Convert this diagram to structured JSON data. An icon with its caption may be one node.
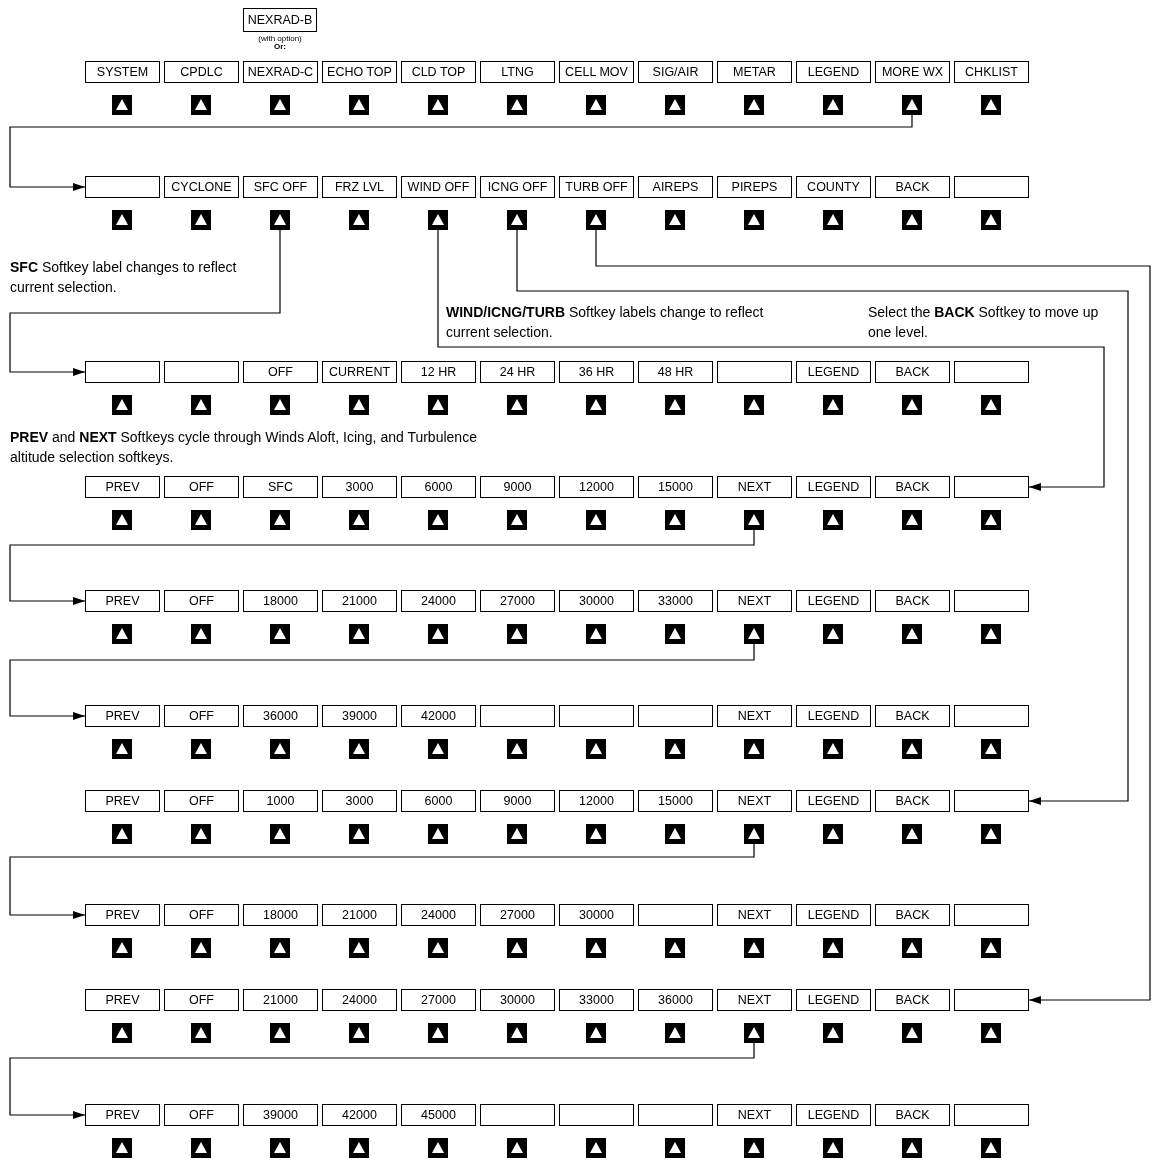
{
  "diagram": {
    "nodes": [
      {
        "text": [
          "NEXRAD-B"
        ],
        "beside": [
          "(with option)",
          "Or:"
        ]
      },
      {
        "text": [
          "SYSTEM"
        ]
      },
      {
        "text": [
          "CPDLC"
        ]
      },
      {
        "text": [
          "NEXRAD-C"
        ]
      },
      {
        "text": [
          "ECHO TOP"
        ]
      },
      {
        "text": [
          "CLD TOP"
        ]
      },
      {
        "text": [
          "LTNG"
        ]
      },
      {
        "text": [
          "CELL MOV"
        ]
      },
      {
        "text": [
          "SIG/AIR"
        ]
      },
      {
        "text": [
          "METAR"
        ]
      },
      {
        "text": [
          "LEGEND"
        ]
      },
      {
        "text": [
          "MORE WX"
        ]
      },
      {
        "text": [
          "CHKLIST"
        ]
      },
      {
        "text": [],
        "shape": "button"
      },
      {
        "text": [],
        "shape": "button"
      },
      {
        "text": [],
        "shape": "button"
      },
      {
        "text": [],
        "shape": "button"
      },
      {
        "text": [],
        "shape": "button"
      },
      {
        "text": [],
        "shape": "button"
      },
      {
        "text": [],
        "shape": "button"
      },
      {
        "text": [],
        "shape": "button"
      },
      {
        "text": [],
        "shape": "button"
      },
      {
        "text": [],
        "shape": "button"
      },
      {
        "text": [],
        "shape": "button"
      },
      {
        "text": [],
        "shape": "button"
      },
      {
        "text": [],
        "shape": "box"
      },
      {
        "text": [
          "CYCLONE"
        ]
      },
      {
        "text": [
          "SFC OFF"
        ]
      },
      {
        "text": [
          "FRZ LVL"
        ]
      },
      {
        "text": [
          "WIND OFF"
        ]
      },
      {
        "text": [
          "ICNG OFF"
        ]
      },
      {
        "text": [
          "TURB OFF"
        ]
      },
      {
        "text": [
          "AIREPS"
        ]
      },
      {
        "text": [
          "PIREPS"
        ]
      },
      {
        "text": [
          "COUNTY"
        ]
      },
      {
        "text": [
          "BACK"
        ]
      },
      {
        "text": [],
        "shape": "box"
      },
      {
        "text": [],
        "shape": "button"
      },
      {
        "text": [],
        "shape": "button"
      },
      {
        "text": [],
        "shape": "button"
      },
      {
        "text": [],
        "shape": "button"
      },
      {
        "text": [],
        "shape": "button"
      },
      {
        "text": [],
        "shape": "button"
      },
      {
        "text": [],
        "shape": "button"
      },
      {
        "text": [],
        "shape": "button"
      },
      {
        "text": [],
        "shape": "button"
      },
      {
        "text": [],
        "shape": "button"
      },
      {
        "text": [],
        "shape": "button"
      },
      {
        "text": [],
        "shape": "button"
      },
      {
        "text": [],
        "shape": "box"
      },
      {
        "text": [],
        "shape": "box"
      },
      {
        "text": [
          "OFF"
        ]
      },
      {
        "text": [
          "CURRENT"
        ]
      },
      {
        "text": [
          "12 HR"
        ]
      },
      {
        "text": [
          "24 HR"
        ]
      },
      {
        "text": [
          "36 HR"
        ]
      },
      {
        "text": [
          "48 HR"
        ]
      },
      {
        "text": [],
        "shape": "box"
      },
      {
        "text": [
          "LEGEND"
        ]
      },
      {
        "text": [
          "BACK"
        ]
      },
      {
        "text": [],
        "shape": "box"
      },
      {
        "text": [],
        "shape": "button"
      },
      {
        "text": [],
        "shape": "button"
      },
      {
        "text": [],
        "shape": "button"
      },
      {
        "text": [],
        "shape": "button"
      },
      {
        "text": [],
        "shape": "button"
      },
      {
        "text": [],
        "shape": "button"
      },
      {
        "text": [],
        "shape": "button"
      },
      {
        "text": [],
        "shape": "button"
      },
      {
        "text": [],
        "shape": "button"
      },
      {
        "text": [],
        "shape": "button"
      },
      {
        "text": [],
        "shape": "button"
      },
      {
        "text": [],
        "shape": "button"
      },
      {
        "text": [
          "PREV"
        ]
      },
      {
        "text": [
          "OFF"
        ]
      },
      {
        "text": [
          "SFC"
        ]
      },
      {
        "text": [
          "3000"
        ]
      },
      {
        "text": [
          "6000"
        ]
      },
      {
        "text": [
          "9000"
        ]
      },
      {
        "text": [
          "12000"
        ]
      },
      {
        "text": [
          "15000"
        ]
      },
      {
        "text": [
          "NEXT"
        ]
      },
      {
        "text": [
          "LEGEND"
        ]
      },
      {
        "text": [
          "BACK"
        ]
      },
      {
        "text": [],
        "shape": "box"
      },
      {
        "text": [],
        "shape": "button"
      },
      {
        "text": [],
        "shape": "button"
      },
      {
        "text": [],
        "shape": "button"
      },
      {
        "text": [],
        "shape": "button"
      },
      {
        "text": [],
        "shape": "button"
      },
      {
        "text": [],
        "shape": "button"
      },
      {
        "text": [],
        "shape": "button"
      },
      {
        "text": [],
        "shape": "button"
      },
      {
        "text": [],
        "shape": "button"
      },
      {
        "text": [],
        "shape": "button"
      },
      {
        "text": [],
        "shape": "button"
      },
      {
        "text": [],
        "shape": "button"
      },
      {
        "text": [
          "PREV"
        ]
      },
      {
        "text": [
          "OFF"
        ]
      },
      {
        "text": [
          "18000"
        ]
      },
      {
        "text": [
          "21000"
        ]
      },
      {
        "text": [
          "24000"
        ]
      },
      {
        "text": [
          "27000"
        ]
      },
      {
        "text": [
          "30000"
        ]
      },
      {
        "text": [
          "33000"
        ]
      },
      {
        "text": [
          "NEXT"
        ]
      },
      {
        "text": [
          "LEGEND"
        ]
      },
      {
        "text": [
          "BACK"
        ]
      },
      {
        "text": [],
        "shape": "box"
      },
      {
        "text": [],
        "shape": "button"
      },
      {
        "text": [],
        "shape": "button"
      },
      {
        "text": [],
        "shape": "button"
      },
      {
        "text": [],
        "shape": "button"
      },
      {
        "text": [],
        "shape": "button"
      },
      {
        "text": [],
        "shape": "button"
      },
      {
        "text": [],
        "shape": "button"
      },
      {
        "text": [],
        "shape": "button"
      },
      {
        "text": [],
        "shape": "button"
      },
      {
        "text": [],
        "shape": "button"
      },
      {
        "text": [],
        "shape": "button"
      },
      {
        "text": [],
        "shape": "button"
      },
      {
        "text": [
          "PREV"
        ]
      },
      {
        "text": [
          "OFF"
        ]
      },
      {
        "text": [
          "36000"
        ]
      },
      {
        "text": [
          "39000"
        ]
      },
      {
        "text": [
          "42000"
        ]
      },
      {
        "text": [],
        "shape": "box"
      },
      {
        "text": [],
        "shape": "box"
      },
      {
        "text": [],
        "shape": "box"
      },
      {
        "text": [
          "NEXT"
        ]
      },
      {
        "text": [
          "LEGEND"
        ]
      },
      {
        "text": [
          "BACK"
        ]
      },
      {
        "text": [],
        "shape": "box"
      },
      {
        "text": [],
        "shape": "button"
      },
      {
        "text": [],
        "shape": "button"
      },
      {
        "text": [],
        "shape": "button"
      },
      {
        "text": [],
        "shape": "button"
      },
      {
        "text": [],
        "shape": "button"
      },
      {
        "text": [],
        "shape": "button"
      },
      {
        "text": [],
        "shape": "button"
      },
      {
        "text": [],
        "shape": "button"
      },
      {
        "text": [],
        "shape": "button"
      },
      {
        "text": [],
        "shape": "button"
      },
      {
        "text": [],
        "shape": "button"
      },
      {
        "text": [],
        "shape": "button"
      },
      {
        "text": [
          "PREV"
        ]
      },
      {
        "text": [
          "OFF"
        ]
      },
      {
        "text": [
          "1000"
        ]
      },
      {
        "text": [
          "3000"
        ]
      },
      {
        "text": [
          "6000"
        ]
      },
      {
        "text": [
          "9000"
        ]
      },
      {
        "text": [
          "12000"
        ]
      },
      {
        "text": [
          "15000"
        ]
      },
      {
        "text": [
          "NEXT"
        ]
      },
      {
        "text": [
          "LEGEND"
        ]
      },
      {
        "text": [
          "BACK"
        ]
      },
      {
        "text": [],
        "shape": "box"
      },
      {
        "text": [],
        "shape": "button"
      },
      {
        "text": [],
        "shape": "button"
      },
      {
        "text": [],
        "shape": "button"
      },
      {
        "text": [],
        "shape": "button"
      },
      {
        "text": [],
        "shape": "button"
      },
      {
        "text": [],
        "shape": "button"
      },
      {
        "text": [],
        "shape": "button"
      },
      {
        "text": [],
        "shape": "button"
      },
      {
        "text": [],
        "shape": "button"
      },
      {
        "text": [],
        "shape": "button"
      },
      {
        "text": [],
        "shape": "button"
      },
      {
        "text": [],
        "shape": "button"
      },
      {
        "text": [
          "PREV"
        ]
      },
      {
        "text": [
          "OFF"
        ]
      },
      {
        "text": [
          "18000"
        ]
      },
      {
        "text": [
          "21000"
        ]
      },
      {
        "text": [
          "24000"
        ]
      },
      {
        "text": [
          "27000"
        ]
      },
      {
        "text": [
          "30000"
        ]
      },
      {
        "text": [],
        "shape": "box"
      },
      {
        "text": [
          "NEXT"
        ]
      },
      {
        "text": [
          "LEGEND"
        ]
      },
      {
        "text": [
          "BACK"
        ]
      },
      {
        "text": [],
        "shape": "box"
      },
      {
        "text": [],
        "shape": "button"
      },
      {
        "text": [],
        "shape": "button"
      },
      {
        "text": [],
        "shape": "button"
      },
      {
        "text": [],
        "shape": "button"
      },
      {
        "text": [],
        "shape": "button"
      },
      {
        "text": [],
        "shape": "button"
      },
      {
        "text": [],
        "shape": "button"
      },
      {
        "text": [],
        "shape": "button"
      },
      {
        "text": [],
        "shape": "button"
      },
      {
        "text": [],
        "shape": "button"
      },
      {
        "text": [],
        "shape": "button"
      },
      {
        "text": [],
        "shape": "button"
      },
      {
        "text": [
          "PREV"
        ]
      },
      {
        "text": [
          "OFF"
        ]
      },
      {
        "text": [
          "21000"
        ]
      },
      {
        "text": [
          "24000"
        ]
      },
      {
        "text": [
          "27000"
        ]
      },
      {
        "text": [
          "30000"
        ]
      },
      {
        "text": [
          "33000"
        ]
      },
      {
        "text": [
          "36000"
        ]
      },
      {
        "text": [
          "NEXT"
        ]
      },
      {
        "text": [
          "LEGEND"
        ]
      },
      {
        "text": [
          "BACK"
        ]
      },
      {
        "text": [],
        "shape": "box"
      },
      {
        "text": [],
        "shape": "button"
      },
      {
        "text": [],
        "shape": "button"
      },
      {
        "text": [],
        "shape": "button"
      },
      {
        "text": [],
        "shape": "button"
      },
      {
        "text": [],
        "shape": "button"
      },
      {
        "text": [],
        "shape": "button"
      },
      {
        "text": [],
        "shape": "button"
      },
      {
        "text": [],
        "shape": "button"
      },
      {
        "text": [],
        "shape": "button"
      },
      {
        "text": [],
        "shape": "button"
      },
      {
        "text": [],
        "shape": "button"
      },
      {
        "text": [],
        "shape": "button"
      },
      {
        "text": [
          "PREV"
        ]
      },
      {
        "text": [
          "OFF"
        ]
      },
      {
        "text": [
          "39000"
        ]
      },
      {
        "text": [
          "42000"
        ]
      },
      {
        "text": [
          "45000"
        ]
      },
      {
        "text": [],
        "shape": "box"
      },
      {
        "text": [],
        "shape": "box"
      },
      {
        "text": [],
        "shape": "box"
      },
      {
        "text": [
          "NEXT"
        ]
      },
      {
        "text": [
          "LEGEND"
        ]
      },
      {
        "text": [
          "BACK"
        ]
      },
      {
        "text": [],
        "shape": "box"
      },
      {
        "text": [],
        "shape": "button"
      },
      {
        "text": [],
        "shape": "button"
      },
      {
        "text": [],
        "shape": "button"
      },
      {
        "text": [],
        "shape": "button"
      },
      {
        "text": [],
        "shape": "button"
      },
      {
        "text": [],
        "shape": "button"
      },
      {
        "text": [],
        "shape": "button"
      },
      {
        "text": [],
        "shape": "button"
      },
      {
        "text": [],
        "shape": "button"
      },
      {
        "text": [],
        "shape": "button"
      },
      {
        "text": [],
        "shape": "button"
      },
      {
        "text": [],
        "shape": "button"
      }
    ],
    "edges": [
      {
        "from": 23,
        "to": 25,
        "arrow": "to"
      },
      {
        "from": 39,
        "to": 49,
        "arrow": "to"
      },
      {
        "from": 41,
        "to": 84,
        "arrow": "to"
      },
      {
        "from": 42,
        "to": 156,
        "arrow": "to"
      },
      {
        "from": 43,
        "to": 204,
        "arrow": "to"
      },
      {
        "from": 93,
        "to": 97,
        "arrow": "to"
      },
      {
        "from": 117,
        "to": 121,
        "arrow": "to"
      },
      {
        "from": 165,
        "to": 169,
        "arrow": "to"
      },
      {
        "from": 213,
        "to": 217,
        "arrow": "to"
      }
    ],
    "labels": [
      "**SFC** Softkey label changes to reflect current selection.",
      "**WIND/ICNG/TURB** Softkey labels change to reflect current selection.",
      "Select the **BACK** Softkey to move up one level.",
      "**PREV** and **NEXT** Softkeys cycle through Winds Aloft, Icing, and Turbulence altitude selection softkeys."
    ]
  }
}
